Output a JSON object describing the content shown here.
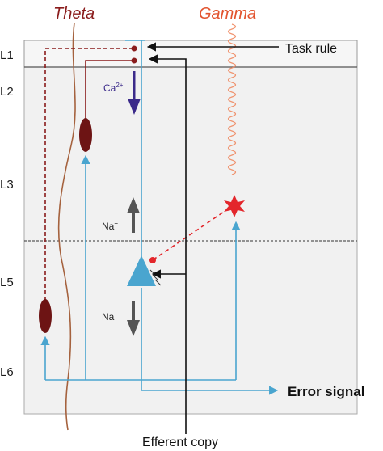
{
  "oscillations": {
    "theta": "Theta",
    "gamma": "Gamma"
  },
  "layers": [
    "L1",
    "L2",
    "L3",
    "L5",
    "L6"
  ],
  "ions": {
    "calcium": "Ca",
    "calcium_sup": "2+",
    "sodium": "Na",
    "sodium_sup": "+"
  },
  "labels": {
    "task_rule": "Task rule",
    "error_signal": "Error signal",
    "efferent_copy": "Efferent copy"
  },
  "colors": {
    "theta": "#8a1c1c",
    "gamma": "#e2532e",
    "neuron": "#4aa5cf",
    "interneuron": "#6d1414",
    "star": "#e3262b",
    "calcium_arrow": "#3b2a8a",
    "sodium_arrow": "#555555",
    "panel": "#f1f1f1"
  }
}
